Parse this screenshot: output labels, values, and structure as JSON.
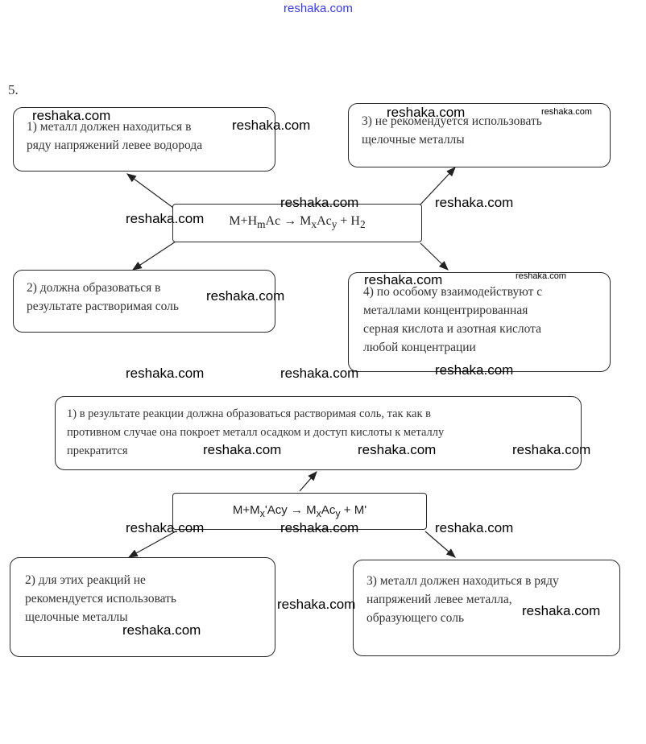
{
  "header": {
    "site": "reshaka.com"
  },
  "task_number": "5.",
  "diagram1": {
    "equation": {
      "pre": "M+H",
      "s1": "m",
      "mid": "Ac → M",
      "s2": "x",
      "mid2": "Ac",
      "s3": "y",
      "post": " + H",
      "s4": "2"
    },
    "box1": [
      "1) металл должен находиться в",
      "ряду напряжений левее водорода"
    ],
    "box2": [
      "2) должна образоваться в",
      "результате растворимая соль"
    ],
    "box3": [
      "3) не рекомендуется использовать",
      "щелочные металлы"
    ],
    "box4": [
      "4) по особому взаимодействуют с",
      "металлами концентрированная",
      "серная кислота и азотная кислота",
      "любой концентрации"
    ]
  },
  "diagram2": {
    "equation": {
      "pre": "M+M",
      "s1": "x",
      "mid": "'Acy → M",
      "s2": "x",
      "mid2": "Ac",
      "s3": "y",
      "post": " + M'"
    },
    "box1": [
      "1) в результате реакции должна образоваться растворимая соль, так как в",
      "противном случае она покроет металл осадком и доступ кислоты к металлу",
      "прекратится"
    ],
    "box2": [
      "2) для этих реакций не",
      "рекомендуется использовать",
      "щелочные металлы"
    ],
    "box3": [
      "3) металл должен находиться в ряду",
      "напряжений левее металла,",
      "образующего соль"
    ]
  },
  "watermark": "reshaka.com"
}
